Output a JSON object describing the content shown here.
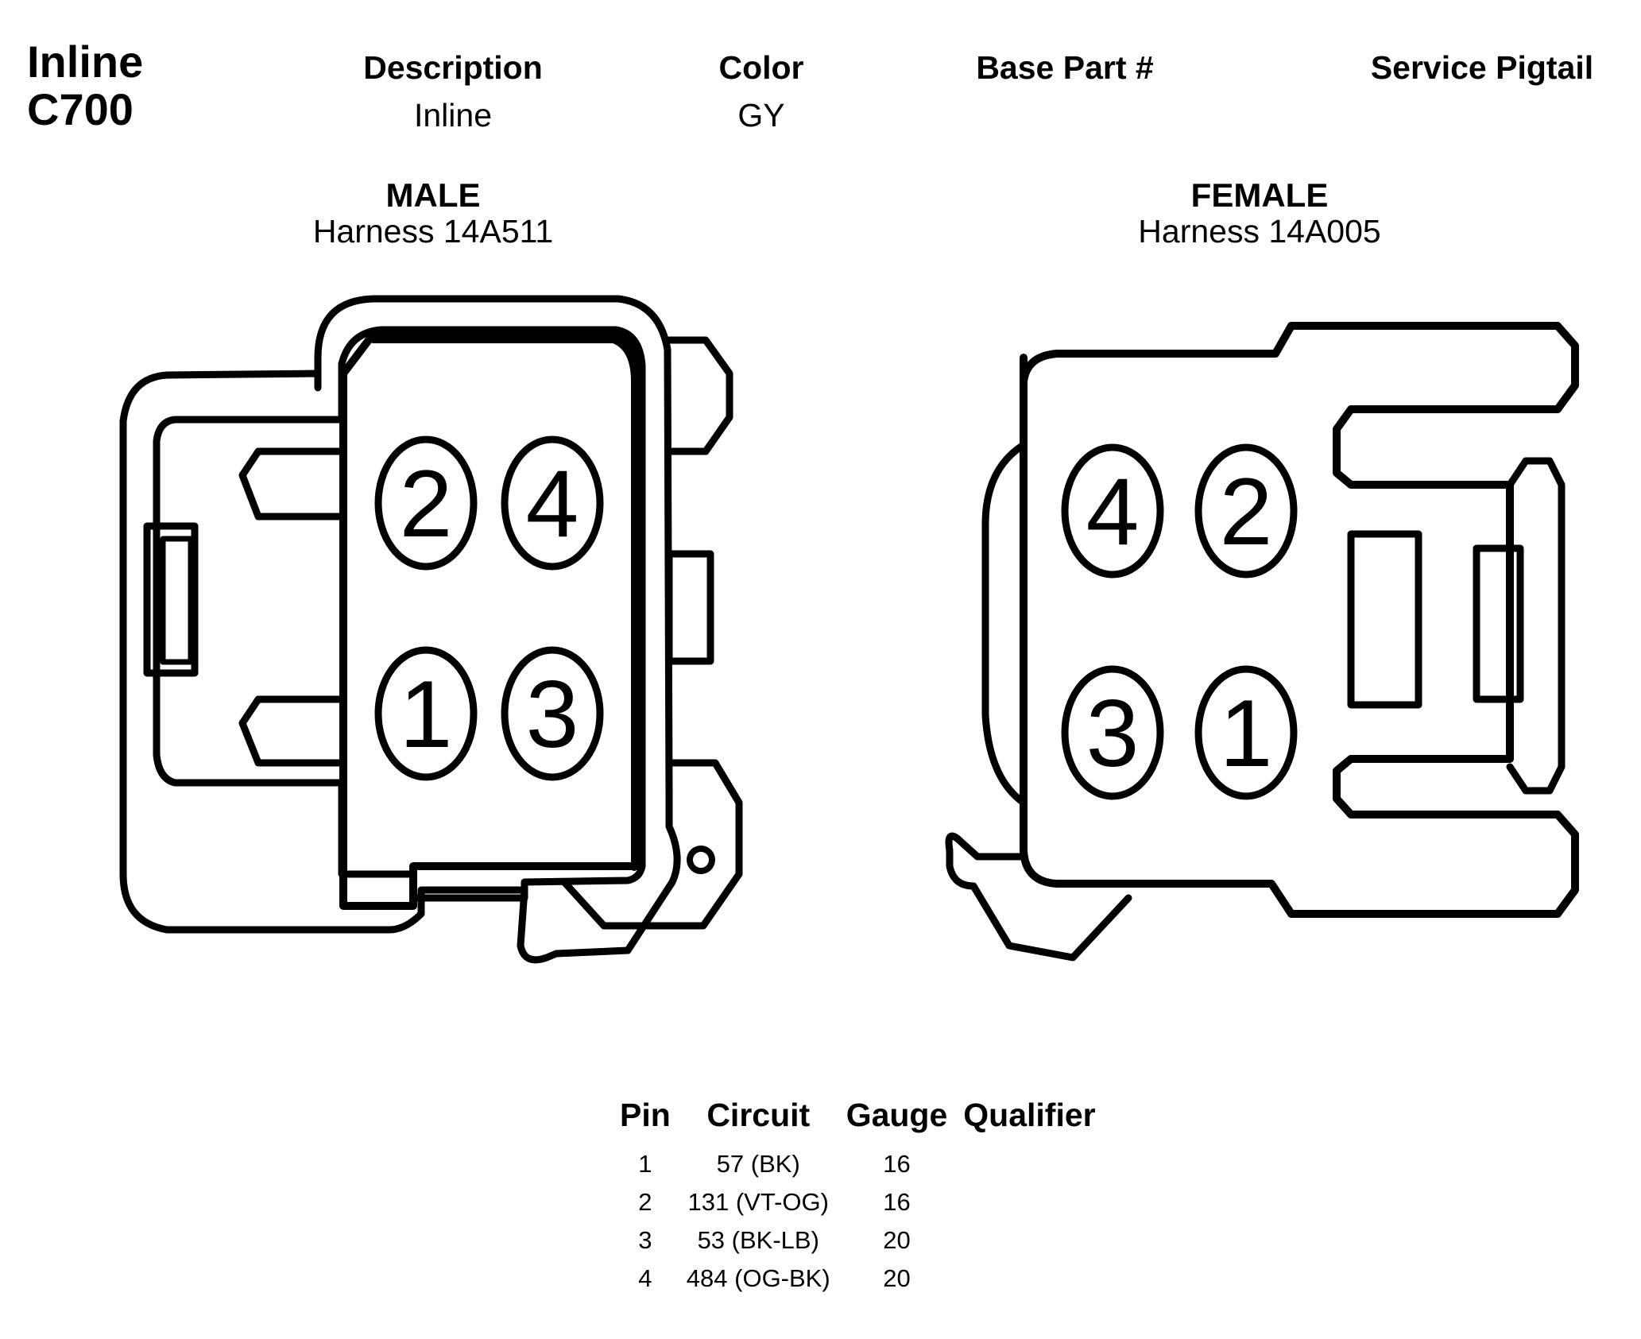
{
  "header": {
    "title_line1": "Inline",
    "title_line2": "C700",
    "description_label": "Description",
    "description_value": "Inline",
    "color_label": "Color",
    "color_value": "GY",
    "base_part_label": "Base Part #",
    "service_pigtail_label": "Service Pigtail"
  },
  "male": {
    "title": "MALE",
    "harness": "Harness 14A511",
    "pins": [
      "2",
      "4",
      "1",
      "3"
    ]
  },
  "female": {
    "title": "FEMALE",
    "harness": "Harness 14A005",
    "pins": [
      "4",
      "2",
      "3",
      "1"
    ]
  },
  "pin_table": {
    "headers": [
      "Pin",
      "Circuit",
      "Gauge",
      "Qualifier"
    ],
    "rows": [
      {
        "pin": "1",
        "circuit": "57 (BK)",
        "gauge": "16",
        "qualifier": ""
      },
      {
        "pin": "2",
        "circuit": "131 (VT-OG)",
        "gauge": "16",
        "qualifier": ""
      },
      {
        "pin": "3",
        "circuit": "53 (BK-LB)",
        "gauge": "20",
        "qualifier": ""
      },
      {
        "pin": "4",
        "circuit": "484 (OG-BK)",
        "gauge": "20",
        "qualifier": ""
      }
    ]
  }
}
